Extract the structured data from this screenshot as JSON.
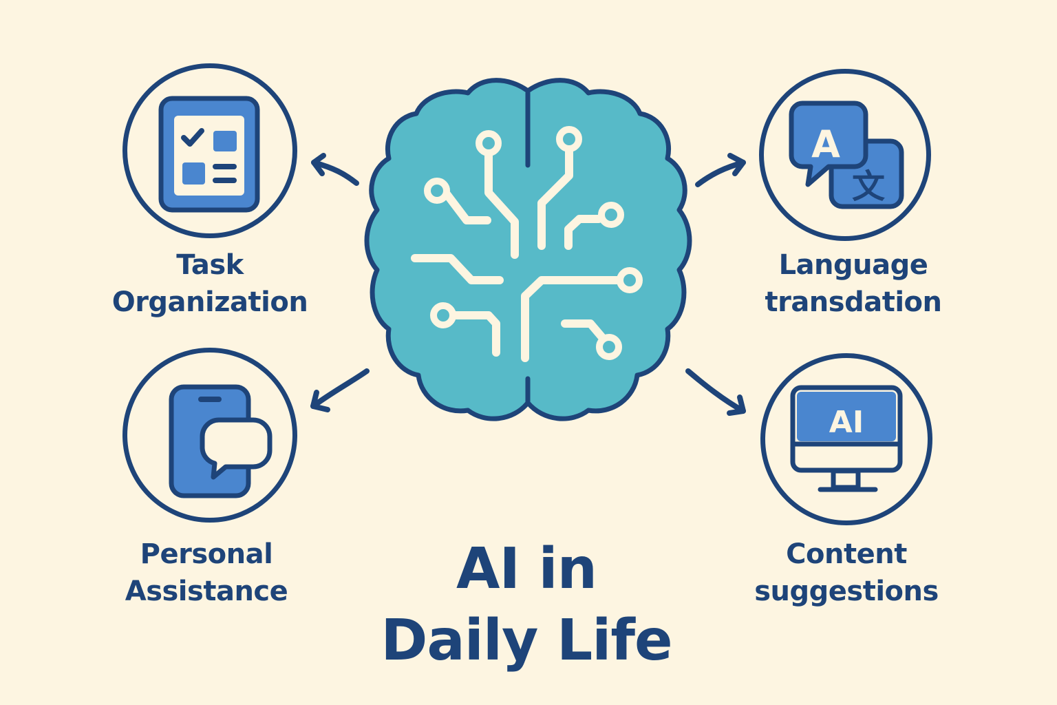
{
  "title": {
    "line1": "AI in",
    "line2": "Daily Life"
  },
  "center": {
    "icon": "brain-circuit-icon"
  },
  "features": [
    {
      "id": "task-organization",
      "icon": "checklist-icon",
      "line1": "Task",
      "line2": "Organization",
      "position": "top-left"
    },
    {
      "id": "language-translation",
      "icon": "translate-icon",
      "line1": "Language",
      "line2": "transdation",
      "position": "top-right"
    },
    {
      "id": "personal-assistance",
      "icon": "phone-chat-icon",
      "line1": "Personal",
      "line2": "Assistance",
      "position": "bottom-left"
    },
    {
      "id": "content-suggestions",
      "icon": "monitor-ai-icon",
      "line1": "Content",
      "line2": "suggestions",
      "position": "bottom-right",
      "screen_text": "AI"
    }
  ],
  "translate_icon": {
    "latin_glyph": "A",
    "cjk_glyph": "文"
  },
  "colors": {
    "background": "#FDF5E1",
    "navy": "#1E4479",
    "brain_teal": "#57BAC8",
    "icon_blue": "#4A86CF",
    "circuit_cream": "#FDF5E1"
  }
}
